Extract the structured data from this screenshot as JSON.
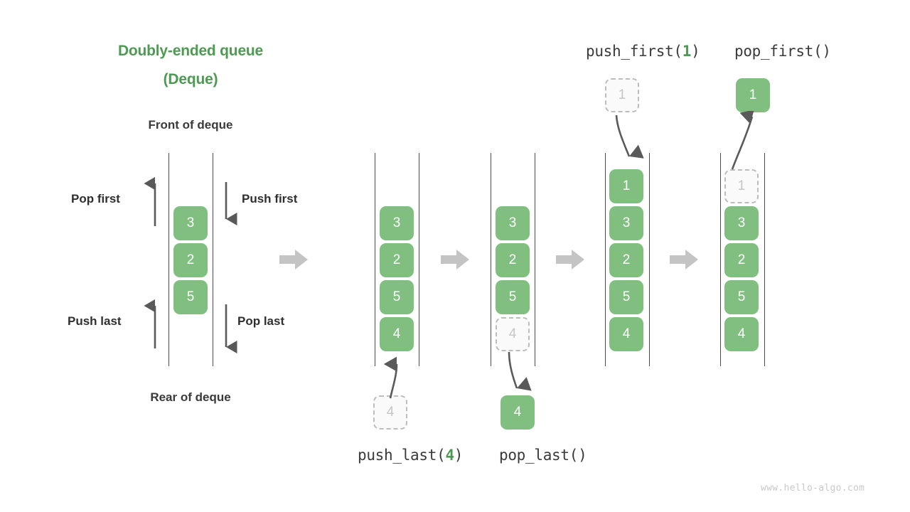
{
  "diagram": {
    "title_line1": "Doubly-ended queue",
    "title_line2": "(Deque)",
    "front_label": "Front of deque",
    "rear_label": "Rear of deque",
    "watermark": "www.hello-algo.com",
    "accent_color": "#4e9a52",
    "box_color": "#81bf81",
    "ghost_color": "#fafafa",
    "line_color": "#4a4a4a",
    "step_arrow_color": "#c4c4c4"
  },
  "operations": {
    "pop_first": "Pop first",
    "push_first": "Push first",
    "push_last": "Push last",
    "pop_last": "Pop last"
  },
  "code_labels": {
    "push_first": {
      "name": "push_first(",
      "arg": "1",
      "close": ")"
    },
    "pop_first": {
      "name": "pop_first()",
      "arg": "",
      "close": ""
    },
    "push_last": {
      "name": "push_last(",
      "arg": "4",
      "close": ")"
    },
    "pop_last": {
      "name": "pop_last()",
      "arg": "",
      "close": ""
    }
  },
  "deques": [
    {
      "id": "deque-base",
      "elements": [
        {
          "value": "3",
          "state": "solid"
        },
        {
          "value": "2",
          "state": "solid"
        },
        {
          "value": "5",
          "state": "solid"
        }
      ]
    },
    {
      "id": "deque-after-push-last",
      "elements": [
        {
          "value": "3",
          "state": "solid"
        },
        {
          "value": "2",
          "state": "solid"
        },
        {
          "value": "5",
          "state": "solid"
        },
        {
          "value": "4",
          "state": "solid"
        }
      ],
      "incoming": {
        "value": "4",
        "state": "ghost"
      }
    },
    {
      "id": "deque-after-pop-last",
      "elements": [
        {
          "value": "3",
          "state": "solid"
        },
        {
          "value": "2",
          "state": "solid"
        },
        {
          "value": "5",
          "state": "solid"
        },
        {
          "value": "4",
          "state": "ghost"
        }
      ],
      "outgoing": {
        "value": "4",
        "state": "solid"
      }
    },
    {
      "id": "deque-after-push-first",
      "elements": [
        {
          "value": "1",
          "state": "solid"
        },
        {
          "value": "3",
          "state": "solid"
        },
        {
          "value": "2",
          "state": "solid"
        },
        {
          "value": "5",
          "state": "solid"
        },
        {
          "value": "4",
          "state": "solid"
        }
      ],
      "incoming": {
        "value": "1",
        "state": "ghost"
      }
    },
    {
      "id": "deque-after-pop-first",
      "elements": [
        {
          "value": "1",
          "state": "ghost"
        },
        {
          "value": "3",
          "state": "solid"
        },
        {
          "value": "2",
          "state": "solid"
        },
        {
          "value": "5",
          "state": "solid"
        },
        {
          "value": "4",
          "state": "solid"
        }
      ],
      "outgoing": {
        "value": "1",
        "state": "solid"
      }
    }
  ]
}
